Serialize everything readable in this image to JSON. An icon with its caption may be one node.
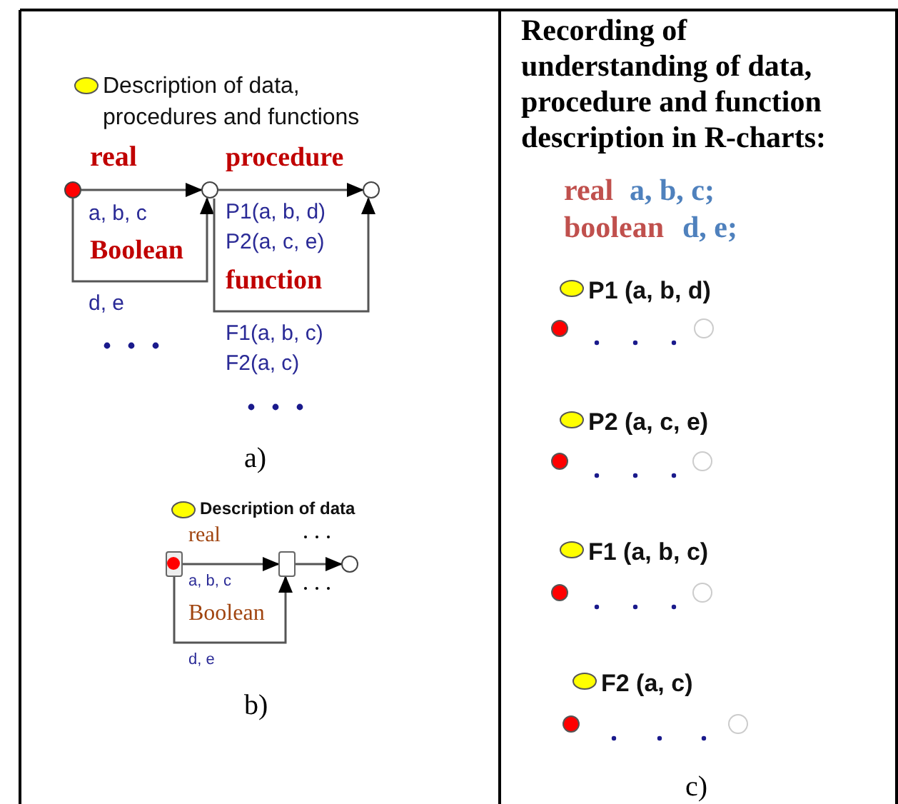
{
  "diagram": {
    "nodes": [
      {
        "text": [
          "Description of data, procedures and functions"
        ]
      },
      {
        "text": [],
        "shape": "circle"
      },
      {
        "text": [],
        "shape": "circle"
      },
      {
        "text": [],
        "shape": "circle"
      },
      {
        "text": [
          "Description of data"
        ]
      },
      {
        "text": [],
        "shape": "box"
      },
      {
        "text": [],
        "shape": "box"
      },
      {
        "text": [],
        "shape": "circle"
      },
      {
        "text": [
          "P1 (a, b, d)"
        ]
      },
      {
        "text": [],
        "shape": "circle"
      },
      {
        "text": [],
        "shape": "circle"
      },
      {
        "text": [
          "P2 (a, c, e)"
        ]
      },
      {
        "text": [],
        "shape": "circle"
      },
      {
        "text": [],
        "shape": "circle"
      },
      {
        "text": [
          "F1 (a, b, c)"
        ]
      },
      {
        "text": [],
        "shape": "circle"
      },
      {
        "text": [],
        "shape": "circle"
      },
      {
        "text": [
          "F2 (a, c)"
        ]
      },
      {
        "text": [],
        "shape": "circle"
      },
      {
        "text": [],
        "shape": "circle"
      }
    ],
    "edges": [
      {
        "from": 1,
        "to": 2,
        "arrow": "to",
        "label": "real"
      },
      {
        "from": 1,
        "to": 2,
        "arrow": "to",
        "label": "Boolean"
      },
      {
        "from": 2,
        "to": 3,
        "arrow": "to",
        "label": "procedure"
      },
      {
        "from": 2,
        "to": 3,
        "arrow": "to",
        "label": "function"
      },
      {
        "from": 5,
        "to": 6,
        "arrow": "to",
        "label": "real"
      },
      {
        "from": 5,
        "to": 6,
        "arrow": "to",
        "label": "Boolean"
      },
      {
        "from": 6,
        "to": 7,
        "arrow": "to"
      }
    ],
    "labels": [
      "a, b, c",
      "d, e",
      "P1(a, b, d)",
      "P2(a, c, e)",
      "F1(a, b, c)",
      "F2(a, c)",
      "a)",
      "a, b, c",
      "d, e",
      "b)",
      "Recording of understanding of data, procedure and function description in R-charts:",
      "real",
      "a, b, c;",
      "boolean",
      "d, e;",
      "c)"
    ]
  }
}
